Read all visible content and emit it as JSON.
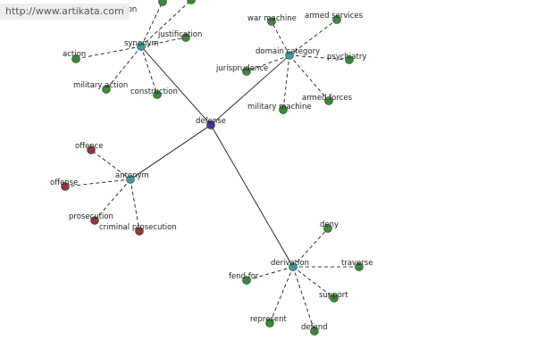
{
  "site": {
    "url": "http://www.artikata.com"
  },
  "colors": {
    "center": "#3a3aa0",
    "category": "#3f9a9a",
    "green": "#3a8a3a",
    "red": "#8c3a3a",
    "edge": "#000000"
  },
  "graph": {
    "center": {
      "label": "defense"
    },
    "categories": [
      {
        "id": "synonym",
        "label": "synonym",
        "leaves": [
          {
            "label": "action",
            "color": "green"
          },
          {
            "label": "military action",
            "color": "green"
          },
          {
            "label": "construction",
            "color": "green"
          },
          {
            "label": "justification",
            "color": "green"
          },
          {
            "label": "tion",
            "color": "green"
          },
          {
            "label": "",
            "color": "green"
          }
        ]
      },
      {
        "id": "domain-category",
        "label": "domain category",
        "leaves": [
          {
            "label": "war machine",
            "color": "green"
          },
          {
            "label": "armed services",
            "color": "green"
          },
          {
            "label": "psychiatry",
            "color": "green"
          },
          {
            "label": "jurisprudence",
            "color": "green"
          },
          {
            "label": "military machine",
            "color": "green"
          },
          {
            "label": "armed forces",
            "color": "green"
          }
        ]
      },
      {
        "id": "antonym",
        "label": "antonym",
        "leaves": [
          {
            "label": "offence",
            "color": "red"
          },
          {
            "label": "offense",
            "color": "red"
          },
          {
            "label": "prosecution",
            "color": "red"
          },
          {
            "label": "criminal prosecution",
            "color": "red"
          }
        ]
      },
      {
        "id": "derivation",
        "label": "derivation",
        "leaves": [
          {
            "label": "deny",
            "color": "green"
          },
          {
            "label": "traverse",
            "color": "green"
          },
          {
            "label": "fend for",
            "color": "green"
          },
          {
            "label": "support",
            "color": "green"
          },
          {
            "label": "represent",
            "color": "green"
          },
          {
            "label": "defend",
            "color": "green"
          }
        ]
      }
    ]
  }
}
